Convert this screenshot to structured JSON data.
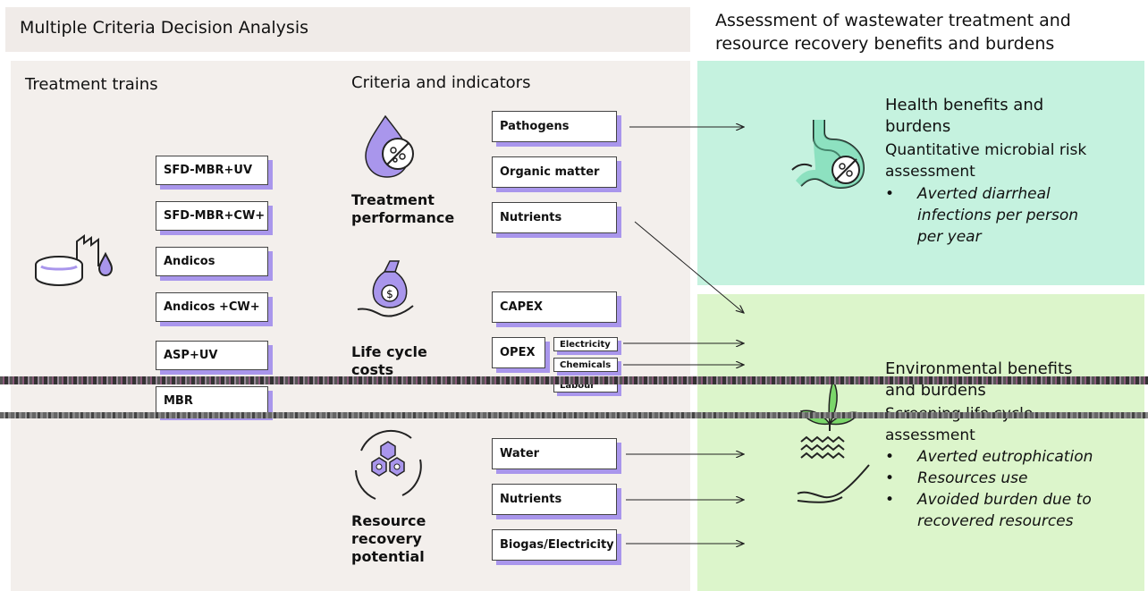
{
  "header": {
    "left_title": "Multiple Criteria Decision Analysis",
    "right_title_line1": "Assessment of wastewater treatment and",
    "right_title_line2": "resource recovery benefits and burdens"
  },
  "treatment_trains": {
    "title": "Treatment trains",
    "items": [
      "SFD-MBR+UV",
      "SFD-MBR+CW+",
      "Andicos",
      "Andicos +CW+",
      "ASP+UV",
      "MBR"
    ]
  },
  "criteria": {
    "title": "Criteria and indicators",
    "treatment_performance": {
      "label_line1": "Treatment",
      "label_line2": "performance",
      "indicators": [
        "Pathogens",
        "Organic matter",
        "Nutrients"
      ]
    },
    "life_cycle_costs": {
      "label_line1": "Life cycle",
      "label_line2": "costs",
      "indicators": [
        "CAPEX",
        "OPEX"
      ],
      "opex_items": [
        "Electricity",
        "Chemicals",
        "Labour"
      ]
    },
    "resource_recovery": {
      "label_line1": "Resource",
      "label_line2": "recovery",
      "label_line3": "potential",
      "indicators": [
        "Water",
        "Nutrients",
        "Biogas/Electricity"
      ]
    }
  },
  "health": {
    "title_line1": "Health benefits and",
    "title_line2": "burdens",
    "sub_line1": "Quantitative microbial risk",
    "sub_line2": "assessment",
    "bullet_line1": "Averted diarrheal",
    "bullet_line2": "infections per person",
    "bullet_line3": "per year"
  },
  "environment": {
    "title_line1": "Environmental benefits",
    "title_line2": "and burdens",
    "sub_line1": "Screening life cycle",
    "sub_line2": "assessment",
    "bullets": [
      "Averted eutrophication",
      "Resources use",
      "Avoided burden due to"
    ],
    "bullet3_line2": "recovered resources"
  },
  "icons": {
    "treatment_trains": "tank-factory-icon",
    "treatment_performance": "water-drop-pathogen-icon",
    "life_cycle_costs": "money-bag-hand-icon",
    "resource_recovery": "recycle-hexagons-icon",
    "health": "stomach-icon",
    "environment": "plant-water-hand-icon"
  },
  "colors": {
    "accent_purple": "#a996ec",
    "health_panel": "#c5f2df",
    "environment_panel": "#dcf5cb",
    "left_panel": "#f3efec"
  }
}
